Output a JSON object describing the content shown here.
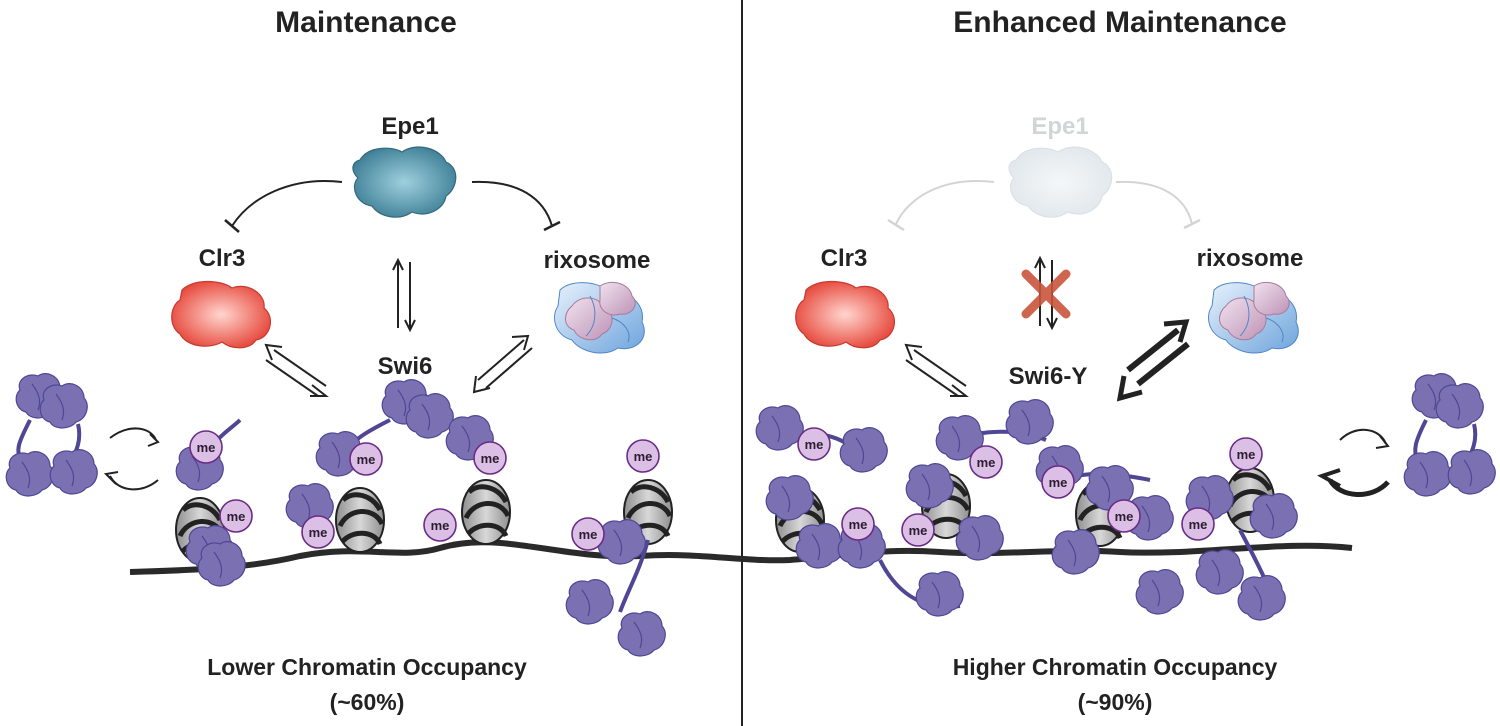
{
  "left_panel": {
    "title": "Maintenance",
    "epe1_label": "Epe1",
    "clr3_label": "Clr3",
    "rixosome_label": "rixosome",
    "swi6_label": "Swi6",
    "occupancy_label": "Lower Chromatin Occupancy",
    "occupancy_value": "(~60%)"
  },
  "right_panel": {
    "title": "Enhanced Maintenance",
    "epe1_label": "Epe1",
    "clr3_label": "Clr3",
    "rixosome_label": "rixosome",
    "swi6_label": "Swi6-Y",
    "occupancy_label": "Higher Chromatin Occupancy",
    "occupancy_value": "(~90%)"
  },
  "mark_label": "me",
  "colors": {
    "epe1": "#4d8ea3",
    "clr3": "#e8503f",
    "rixosome_blue": "#7aaee0",
    "rixosome_pink": "#c9a2c0",
    "swi6": "#7a70b2",
    "swi6_dark": "#4f4794",
    "nucleosome": "#b6b6b6",
    "me_mark": "#dcbfe4",
    "cross": "#c9553c",
    "faded": "#d2d4d6"
  }
}
